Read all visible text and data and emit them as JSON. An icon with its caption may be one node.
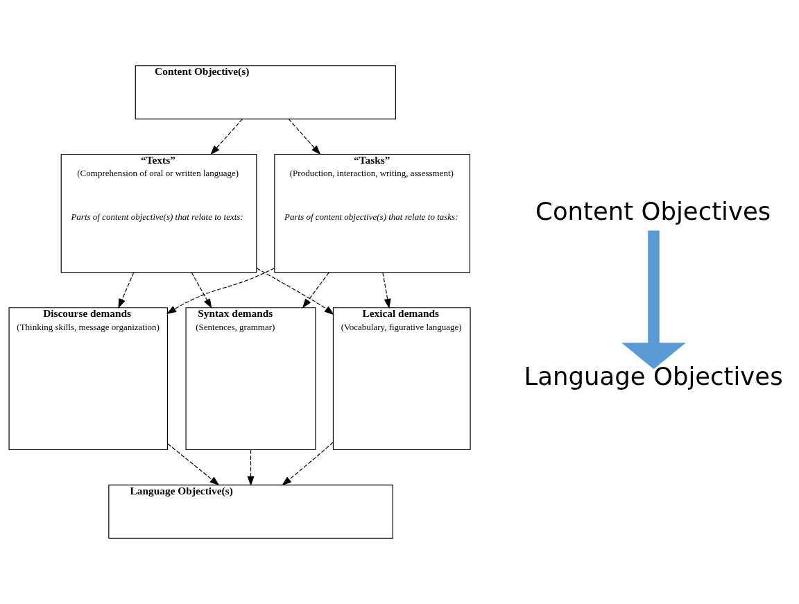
{
  "diagram": {
    "nodes": [
      {
        "text": [
          "Content Objective(s)"
        ]
      },
      {
        "text": [
          "“Texts”",
          "(Comprehension of oral or written language)",
          "Parts of content objective(s) that relate to texts:"
        ]
      },
      {
        "text": [
          "“Tasks”",
          "(Production, interaction, writing, assessment)",
          "Parts of content objective(s) that relate to tasks:"
        ]
      },
      {
        "text": [
          "Discourse demands",
          "(Thinking skills, message organization)"
        ]
      },
      {
        "text": [
          "Syntax demands",
          "(Sentences, grammar)"
        ]
      },
      {
        "text": [
          "Lexical demands",
          "(Vocabulary, figurative language)"
        ]
      },
      {
        "text": [
          "Language Objective(s)"
        ]
      },
      {
        "text": [
          "Content Objectives"
        ]
      },
      {
        "text": [
          "Language Objectives"
        ]
      }
    ],
    "edges": [
      {
        "from": 0,
        "to": 1,
        "arrow": "to",
        "style": "dashed"
      },
      {
        "from": 0,
        "to": 2,
        "arrow": "to",
        "style": "dashed"
      },
      {
        "from": 1,
        "to": 3,
        "arrow": "to",
        "style": "dashed"
      },
      {
        "from": 1,
        "to": 4,
        "arrow": "to",
        "style": "dashed"
      },
      {
        "from": 1,
        "to": 5,
        "arrow": "to",
        "style": "dashed"
      },
      {
        "from": 2,
        "to": 3,
        "arrow": "to",
        "style": "dashed"
      },
      {
        "from": 2,
        "to": 4,
        "arrow": "to",
        "style": "dashed"
      },
      {
        "from": 2,
        "to": 5,
        "arrow": "to",
        "style": "dashed"
      },
      {
        "from": 3,
        "to": 6,
        "arrow": "to",
        "style": "dashed"
      },
      {
        "from": 4,
        "to": 6,
        "arrow": "to",
        "style": "dashed"
      },
      {
        "from": 5,
        "to": 6,
        "arrow": "to",
        "style": "dashed"
      },
      {
        "from": 7,
        "to": 8,
        "arrow": "to",
        "style": "thick",
        "color": "#5b9bd5"
      }
    ]
  }
}
